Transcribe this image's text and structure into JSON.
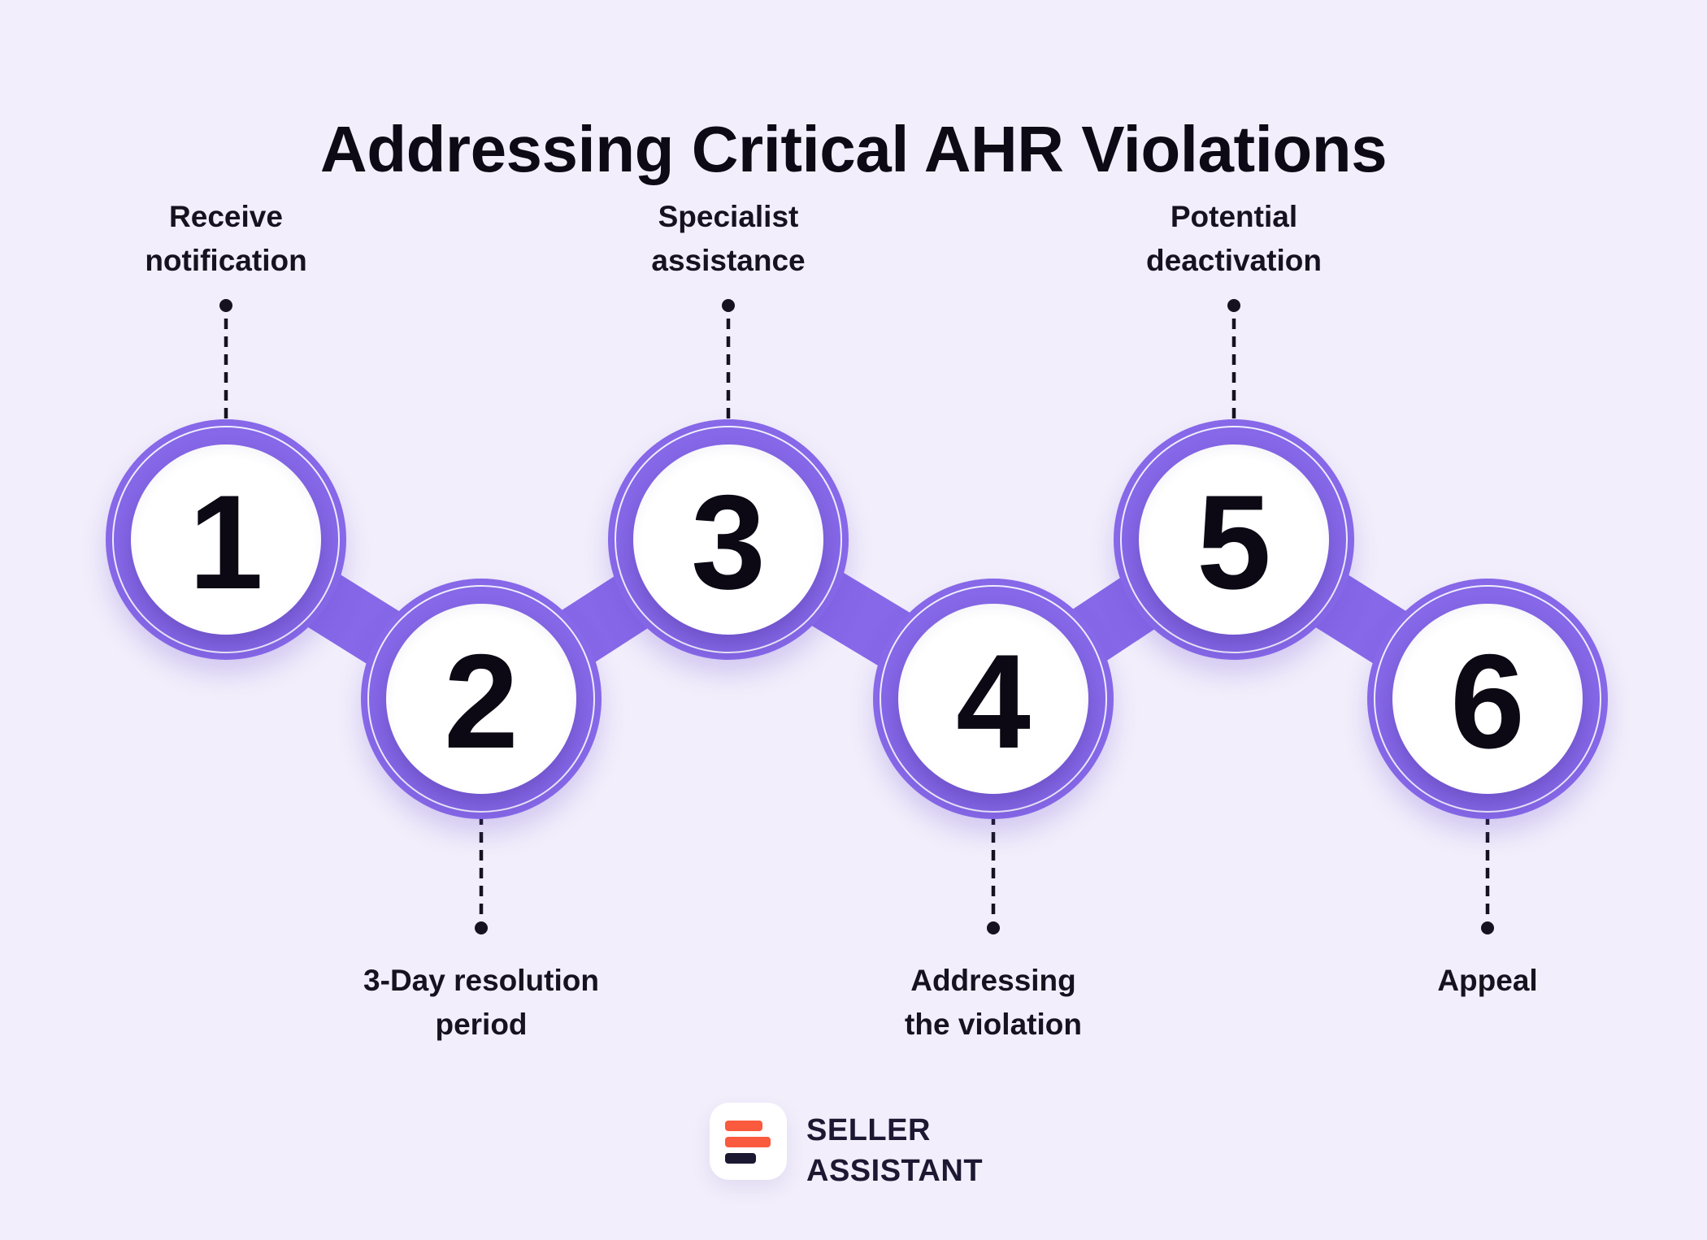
{
  "title": "Addressing Critical AHR Violations",
  "steps": [
    {
      "number": "1",
      "label": "Receive notification",
      "lines": [
        "Receive",
        "notification"
      ],
      "label_position": "top"
    },
    {
      "number": "2",
      "label": "3-Day resolution period",
      "lines": [
        "3-Day resolution",
        "period"
      ],
      "label_position": "bottom"
    },
    {
      "number": "3",
      "label": "Specialist assistance",
      "lines": [
        "Specialist",
        "assistance"
      ],
      "label_position": "top"
    },
    {
      "number": "4",
      "label": "Addressing the violation",
      "lines": [
        "Addressing",
        "the violation"
      ],
      "label_position": "bottom"
    },
    {
      "number": "5",
      "label": "Potential deactivation",
      "lines": [
        "Potential",
        "deactivation"
      ],
      "label_position": "top"
    },
    {
      "number": "6",
      "label": "Appeal",
      "lines": [
        "Appeal"
      ],
      "label_position": "bottom"
    }
  ],
  "logo": {
    "line1": "SELLER",
    "line2": "ASSISTANT"
  },
  "colors": {
    "background": "#f2eefb",
    "accent": "#8668e8",
    "ink": "#16121f",
    "number": "#0c0914",
    "node_fill": "#ffffff",
    "logo_orange": "#fa5a3e",
    "logo_dark": "#1d1832"
  }
}
